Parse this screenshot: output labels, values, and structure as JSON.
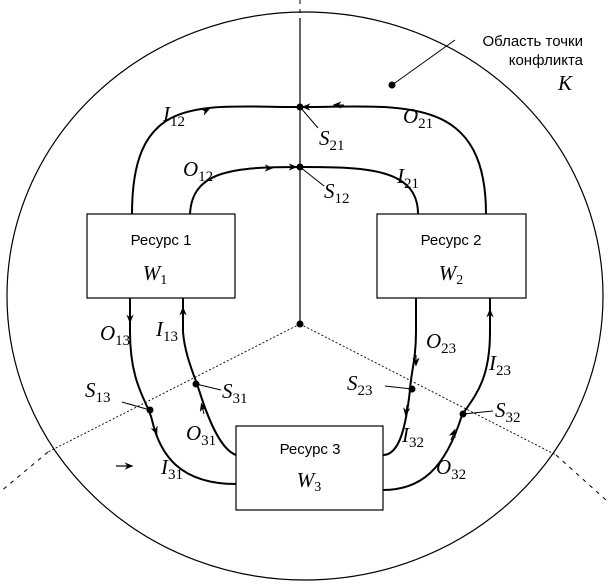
{
  "conflict_area": {
    "line1": "Область точки",
    "line2": "конфликта",
    "symbol": "K"
  },
  "resources": [
    {
      "label": "Ресурс 1",
      "symbol": "W",
      "sub": "1"
    },
    {
      "label": "Ресурс 2",
      "symbol": "W",
      "sub": "2"
    },
    {
      "label": "Ресурс 3",
      "symbol": "W",
      "sub": "3"
    }
  ],
  "flows": {
    "I12": {
      "main": "I",
      "sub": "12"
    },
    "O21": {
      "main": "O",
      "sub": "21"
    },
    "S21": {
      "main": "S",
      "sub": "21"
    },
    "O12": {
      "main": "O",
      "sub": "12"
    },
    "I21": {
      "main": "I",
      "sub": "21"
    },
    "S12": {
      "main": "S",
      "sub": "12"
    },
    "O13": {
      "main": "O",
      "sub": "13"
    },
    "I13": {
      "main": "I",
      "sub": "13"
    },
    "S13": {
      "main": "S",
      "sub": "13"
    },
    "S31": {
      "main": "S",
      "sub": "31"
    },
    "O31": {
      "main": "O",
      "sub": "31"
    },
    "I31": {
      "main": "I",
      "sub": "31"
    },
    "O23": {
      "main": "O",
      "sub": "23"
    },
    "I23": {
      "main": "I",
      "sub": "23"
    },
    "S23": {
      "main": "S",
      "sub": "23"
    },
    "S32": {
      "main": "S",
      "sub": "32"
    },
    "I32": {
      "main": "I",
      "sub": "32"
    },
    "O32": {
      "main": "O",
      "sub": "32"
    }
  },
  "colors": {
    "ink": "#000000",
    "background": "#ffffff"
  }
}
